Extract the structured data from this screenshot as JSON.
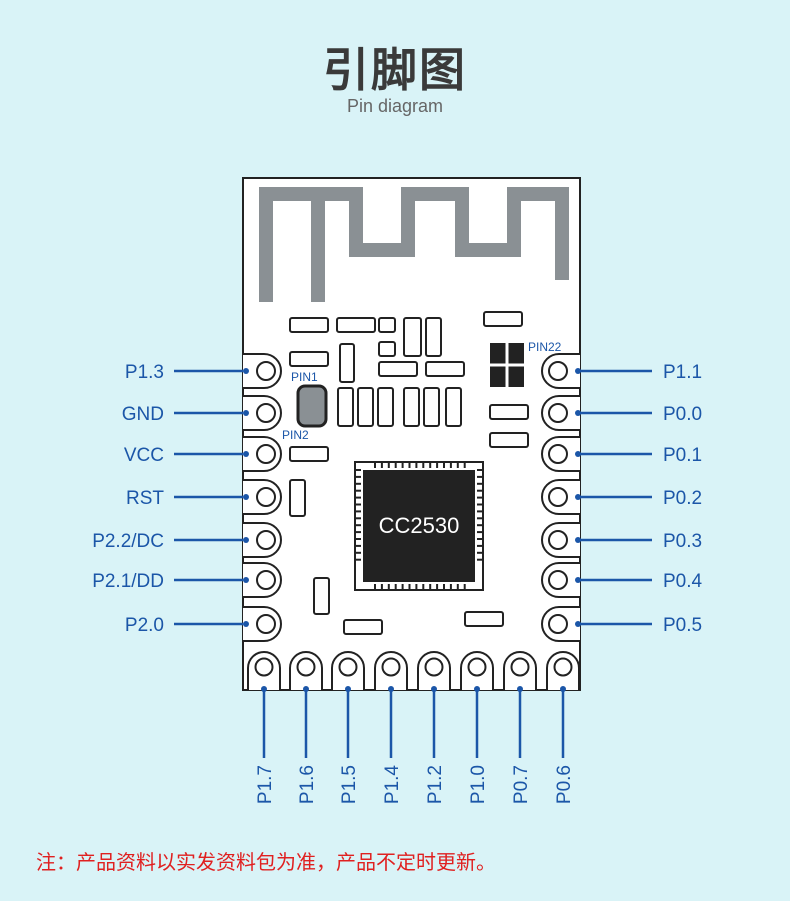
{
  "title": "引脚图",
  "subtitle": "Pin diagram",
  "chip_name": "CC2530",
  "pin_markers": {
    "pin1": "PIN1",
    "pin2": "PIN2",
    "pin22": "PIN22"
  },
  "left_pins": [
    "P1.3",
    "GND",
    "VCC",
    "RST",
    "P2.2/DC",
    "P2.1/DD",
    "P2.0"
  ],
  "right_pins": [
    "P1.1",
    "P0.0",
    "P0.1",
    "P0.2",
    "P0.3",
    "P0.4",
    "P0.5"
  ],
  "bottom_pins": [
    "P1.7",
    "P1.6",
    "P1.5",
    "P1.4",
    "P1.2",
    "P1.0",
    "P0.7",
    "P0.6"
  ],
  "note": "注：产品资料以实发资料包为准，产品不定时更新。",
  "colors": {
    "background": "#d9f3f7",
    "label": "#1b56a8",
    "board": "#ffffff",
    "outline": "#222222",
    "antenna": "#8a9094",
    "note": "#e02020"
  }
}
